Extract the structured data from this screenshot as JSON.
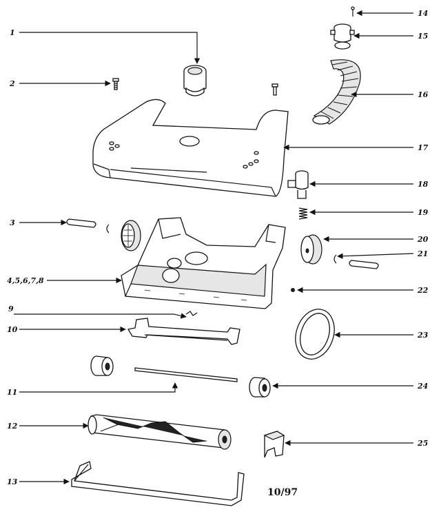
{
  "callouts": {
    "c1": "1",
    "c2": "2",
    "c3": "3",
    "c4": "4,5,6,7,8",
    "c9": "9",
    "c10": "10",
    "c11": "11",
    "c12": "12",
    "c13": "13",
    "c14": "14",
    "c15": "15",
    "c16": "16",
    "c17": "17",
    "c18": "18",
    "c19": "19",
    "c20": "20",
    "c21": "21",
    "c22": "22",
    "c23": "23",
    "c24": "24",
    "c25": "25"
  },
  "revision_date": "10/97"
}
